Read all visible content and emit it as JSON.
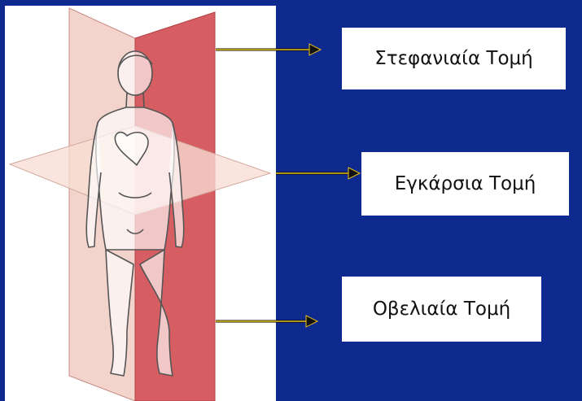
{
  "labels": {
    "coronal": "Στεφανιαία Τομή",
    "transverse": "Εγκάρσια Τομή",
    "sagittal": "Οβελιαία Τομή"
  },
  "colors": {
    "background": "#0F2A8F",
    "panel": "#FFFFFF",
    "plane_dark": "#D45D61",
    "plane_light": "#F7D8CD",
    "arrow": "#E8C21A"
  },
  "icons": {
    "figure": "human-figure-with-anatomical-planes",
    "arrow": "arrow-right-icon"
  }
}
